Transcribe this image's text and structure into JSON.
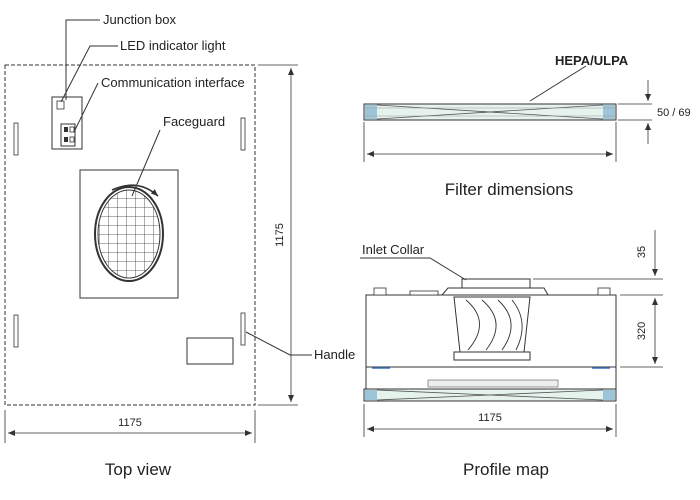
{
  "title": "",
  "top_view": {
    "caption": "Top view",
    "callouts": {
      "junction_box": "Junction box",
      "led_light": "LED indicator light",
      "comm_interface": "Communication interface",
      "faceguard": "Faceguard",
      "handle": "Handle"
    },
    "dim_width": "1175",
    "dim_height": "1175"
  },
  "filter": {
    "caption": "Filter dimensions",
    "label": "HEPA/ULPA",
    "dim_thickness": "50 / 69"
  },
  "profile": {
    "caption": "Profile map",
    "inlet_label": "Inlet Collar",
    "dim_collar": "35",
    "dim_height": "320",
    "dim_width": "1175"
  },
  "colors": {
    "line": "#333333",
    "filter_fill": "#e6f2ec",
    "filter_edge": "#7fb0d0",
    "accent_blue": "#3a70c0"
  }
}
